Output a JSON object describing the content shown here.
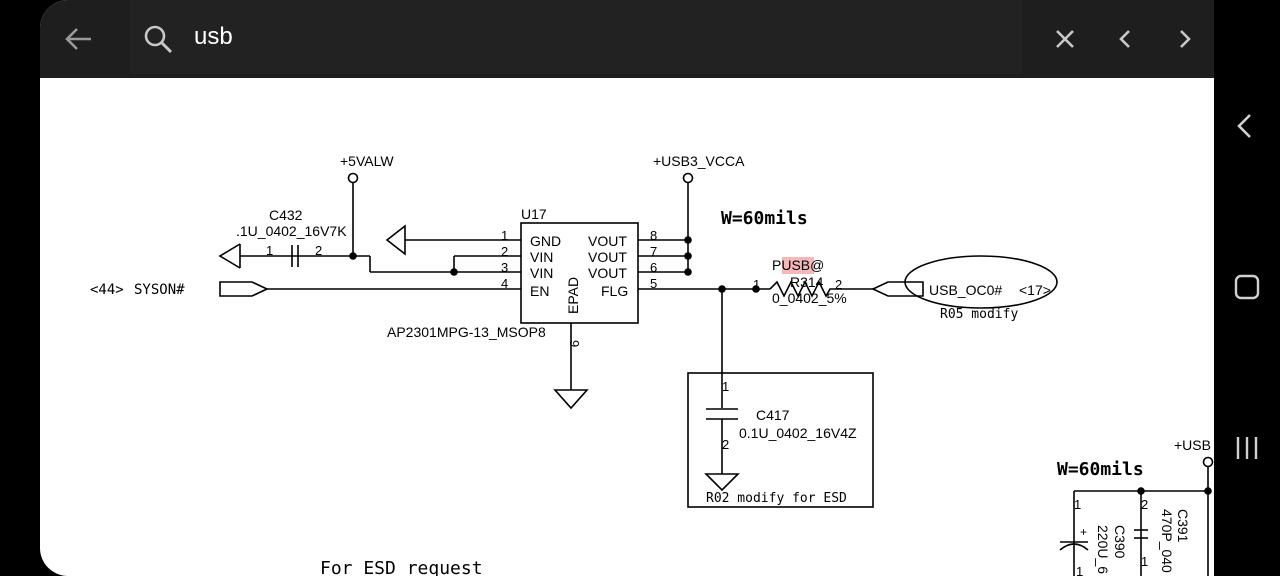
{
  "search": {
    "query": "usb"
  },
  "icons": {
    "back": "back-arrow-icon",
    "search": "search-icon",
    "clear": "close-icon",
    "prev": "chevron-left-icon",
    "next": "chevron-right-icon",
    "nav_back": "chevron-left-icon",
    "nav_home": "square-icon",
    "nav_recents": "three-bars-icon"
  },
  "colors": {
    "highlight": "#f4b8b8",
    "toolbar": "#1e1e1e"
  },
  "schematic": {
    "nets": {
      "p5valw": "+5VALW",
      "usb3_vcca": "+USB3_VCCA",
      "usb_oc0": "USB_OC0#",
      "usb_oc0_ref": "<17>",
      "syson": "SYSON#",
      "syson_ref": "<44>",
      "usb_right": "+USB"
    },
    "width_note_1": "W=60mils",
    "width_note_2": "W=60mils",
    "u17": {
      "ref": "U17",
      "part": "AP2301MPG-13_MSOP8",
      "epad": "EPAD",
      "epad_pin": "9",
      "left_pins": [
        {
          "num": "1",
          "name": "GND"
        },
        {
          "num": "2",
          "name": "VIN"
        },
        {
          "num": "3",
          "name": "VIN"
        },
        {
          "num": "4",
          "name": "EN"
        }
      ],
      "right_pins": [
        {
          "num": "8",
          "name": "VOUT"
        },
        {
          "num": "7",
          "name": "VOUT"
        },
        {
          "num": "6",
          "name": "VOUT"
        },
        {
          "num": "5",
          "name": "FLG"
        }
      ]
    },
    "c432": {
      "ref": "C432",
      "value": ".1U_0402_16V7K",
      "pin1": "1",
      "pin2": "2"
    },
    "r314": {
      "prefix": "P",
      "match": "USB",
      "suffix": "@",
      "ref": "R314",
      "value": "0_0402_5%",
      "pin1": "1",
      "pin2": "2"
    },
    "c417": {
      "ref": "C417",
      "value": "0.1U_0402_16V4Z",
      "pin1": "1",
      "pin2": "2",
      "note": "R02 modify  for ESD"
    },
    "r05_note": "R05 modify",
    "esd_note": "For ESD request",
    "c390": {
      "ref": "C390",
      "value": "220U_6",
      "pin1": "1",
      "plus": "+"
    },
    "c391": {
      "ref": "C391",
      "value": "470P_040",
      "pin2": "2",
      "pin1": "1"
    },
    "bottom_pin": "1"
  }
}
